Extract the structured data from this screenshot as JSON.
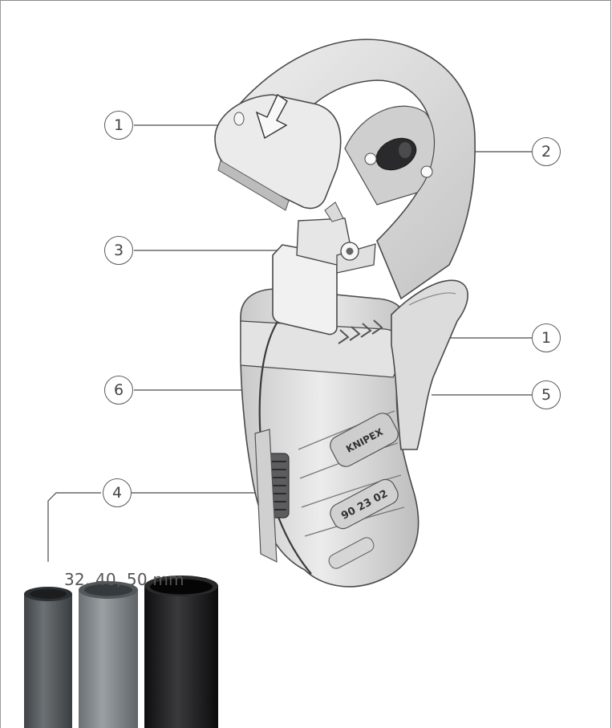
{
  "callouts": [
    {
      "id": "c1a",
      "label": "1"
    },
    {
      "id": "c2",
      "label": "2"
    },
    {
      "id": "c3",
      "label": "3"
    },
    {
      "id": "c1b",
      "label": "1"
    },
    {
      "id": "c6",
      "label": "6"
    },
    {
      "id": "c5",
      "label": "5"
    },
    {
      "id": "c4",
      "label": "4"
    }
  ],
  "pipe_sizes_label": "32, 40, 50 mm",
  "tool_markings": {
    "brand": "KNIPEX",
    "model": "90 23 02"
  },
  "colors": {
    "tool_body": "#d9d9d9",
    "tool_outline": "#4a4a4a",
    "pipe_dark_grey": "#5b5f63",
    "pipe_mid_grey": "#8a9094",
    "pipe_black": "#1d1d1f"
  }
}
